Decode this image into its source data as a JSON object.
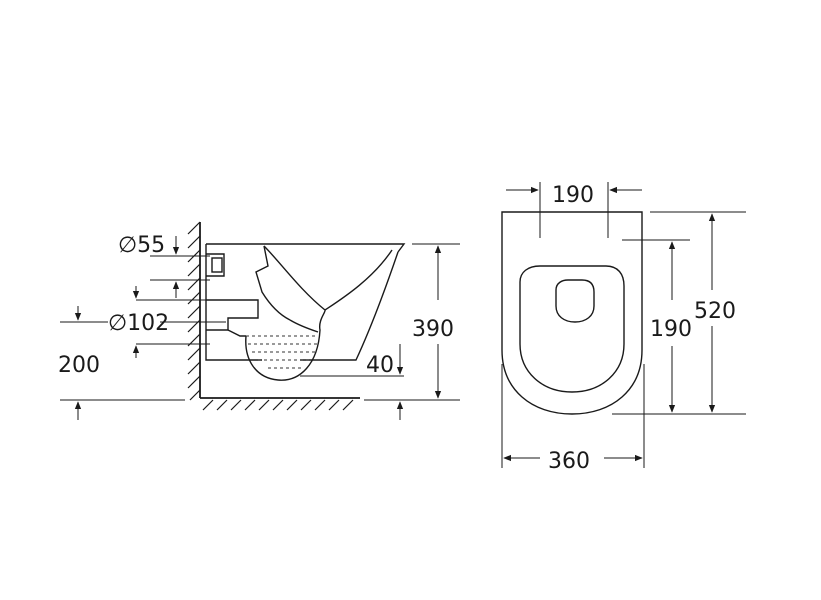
{
  "side_view": {
    "labels": {
      "dia55": "∅55",
      "dia102": "∅102",
      "h200": "200",
      "h390": "390",
      "d40": "40"
    }
  },
  "top_view": {
    "labels": {
      "w190_top": "190",
      "h190_right": "190",
      "h520": "520",
      "w360": "360"
    }
  }
}
